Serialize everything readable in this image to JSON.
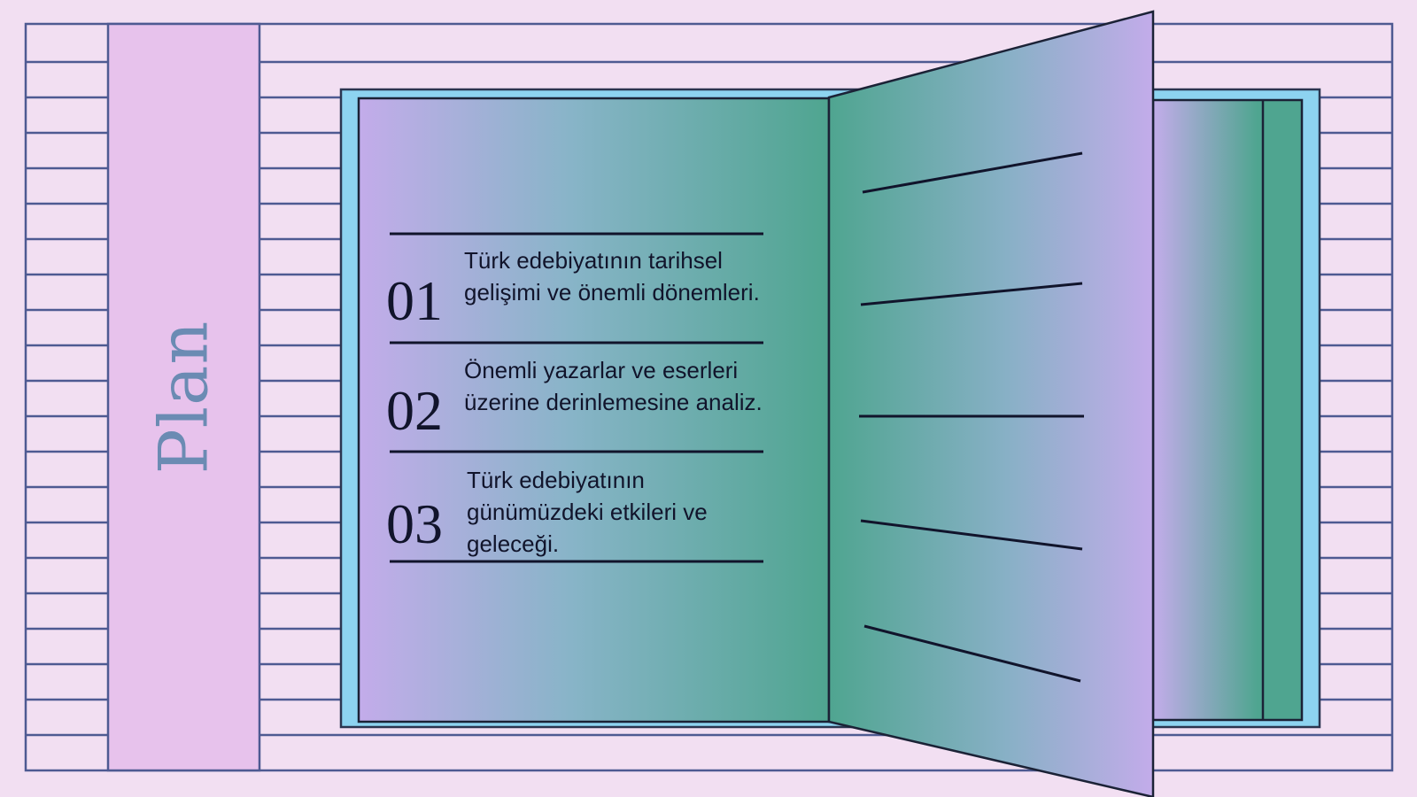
{
  "slide": {
    "title": "Plan",
    "items": [
      {
        "number": "01",
        "text": "Türk edebiyatının tarihsel gelişimi ve önemli dönemleri."
      },
      {
        "number": "02",
        "text": "Önemli yazarlar ve eserleri üzerine derinlemesine analiz."
      },
      {
        "number": "03",
        "text": "Türk edebiyatının günümüzdeki etkileri ve geleceği."
      }
    ]
  },
  "colors": {
    "background": "#f2dff2",
    "stripe": "#4e5a92",
    "plan_band": "#e7c2ec",
    "plan_text": "#6b8bb3",
    "book_cover": "#8dd3f0",
    "page_lavender": "#c3acea",
    "page_teal": "#4fa590",
    "ink": "#11142b"
  }
}
